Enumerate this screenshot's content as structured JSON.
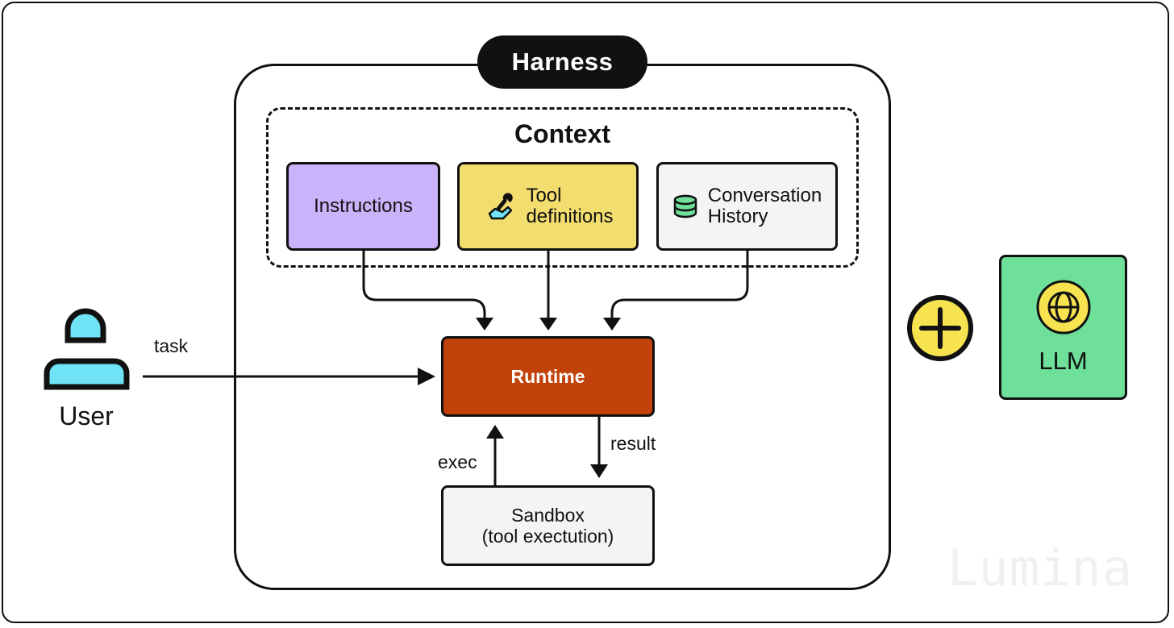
{
  "harness": {
    "title": "Harness"
  },
  "context": {
    "title": "Context",
    "instructions_label": "Instructions",
    "tool_definitions_line1": "Tool",
    "tool_definitions_line2": "definitions",
    "conversation_history_line1": "Conversation",
    "conversation_history_line2": "History"
  },
  "runtime": {
    "label": "Runtime"
  },
  "sandbox": {
    "line1": "Sandbox",
    "line2": "(tool exectution)"
  },
  "edges": {
    "task": "task",
    "exec": "exec",
    "result": "result"
  },
  "user": {
    "label": "User"
  },
  "llm": {
    "label": "LLM"
  },
  "watermark": "Lumina",
  "icons": {
    "tool": "wrench-hand-icon",
    "history": "database-icon",
    "user": "user-icon",
    "llm": "globe-icon",
    "plus": "plus-icon"
  },
  "colors": {
    "instructions": "#cbb3fb",
    "tool_definitions": "#f3dd6f",
    "conversation_history": "#f4f4f4",
    "runtime": "#c1420b",
    "llm": "#6ee09a",
    "plus": "#f7e34f",
    "user": "#6fe3f5"
  }
}
